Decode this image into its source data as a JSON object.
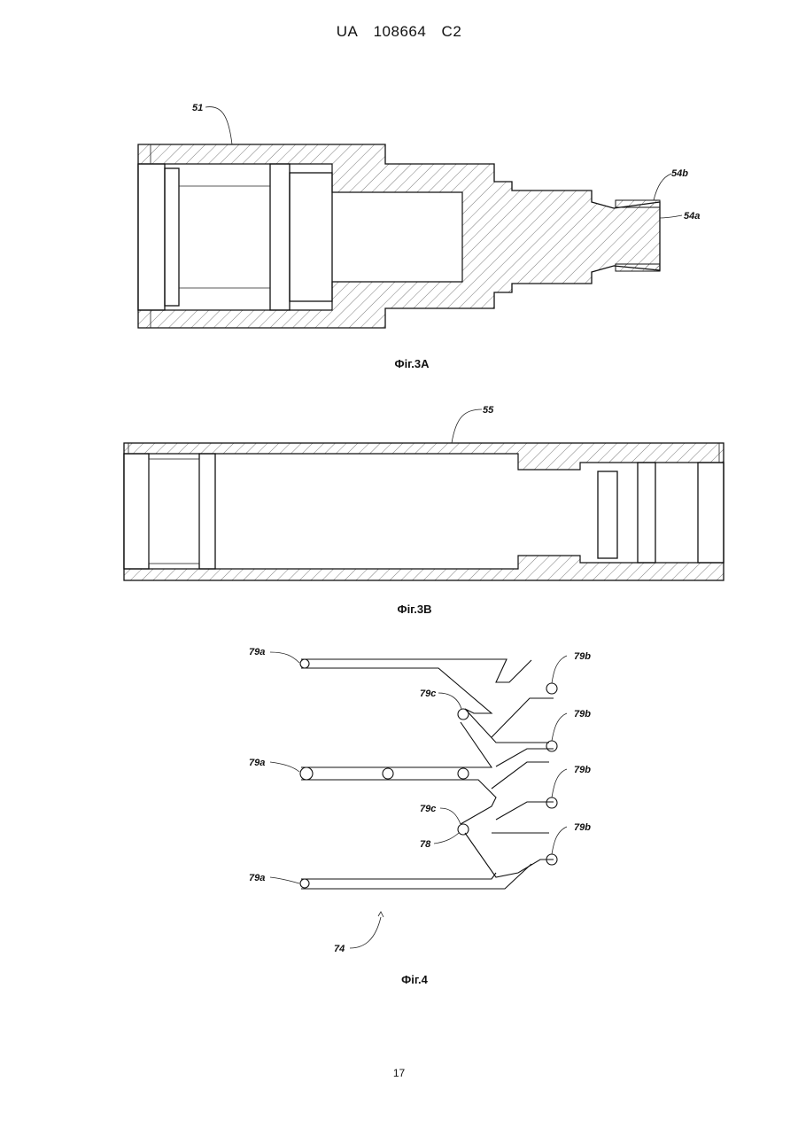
{
  "header": {
    "country": "UA",
    "number": "108664",
    "kind": "C2"
  },
  "page_number": "17",
  "figures": [
    {
      "caption": "Фіг.3А",
      "labels": [
        "51",
        "54b",
        "54a"
      ]
    },
    {
      "caption": "Фіг.3В",
      "labels": [
        "55"
      ]
    },
    {
      "caption": "Фіг.4",
      "labels": [
        "79a",
        "79a",
        "79a",
        "79b",
        "79b",
        "79b",
        "79b",
        "79c",
        "79c",
        "78",
        "74"
      ]
    }
  ]
}
